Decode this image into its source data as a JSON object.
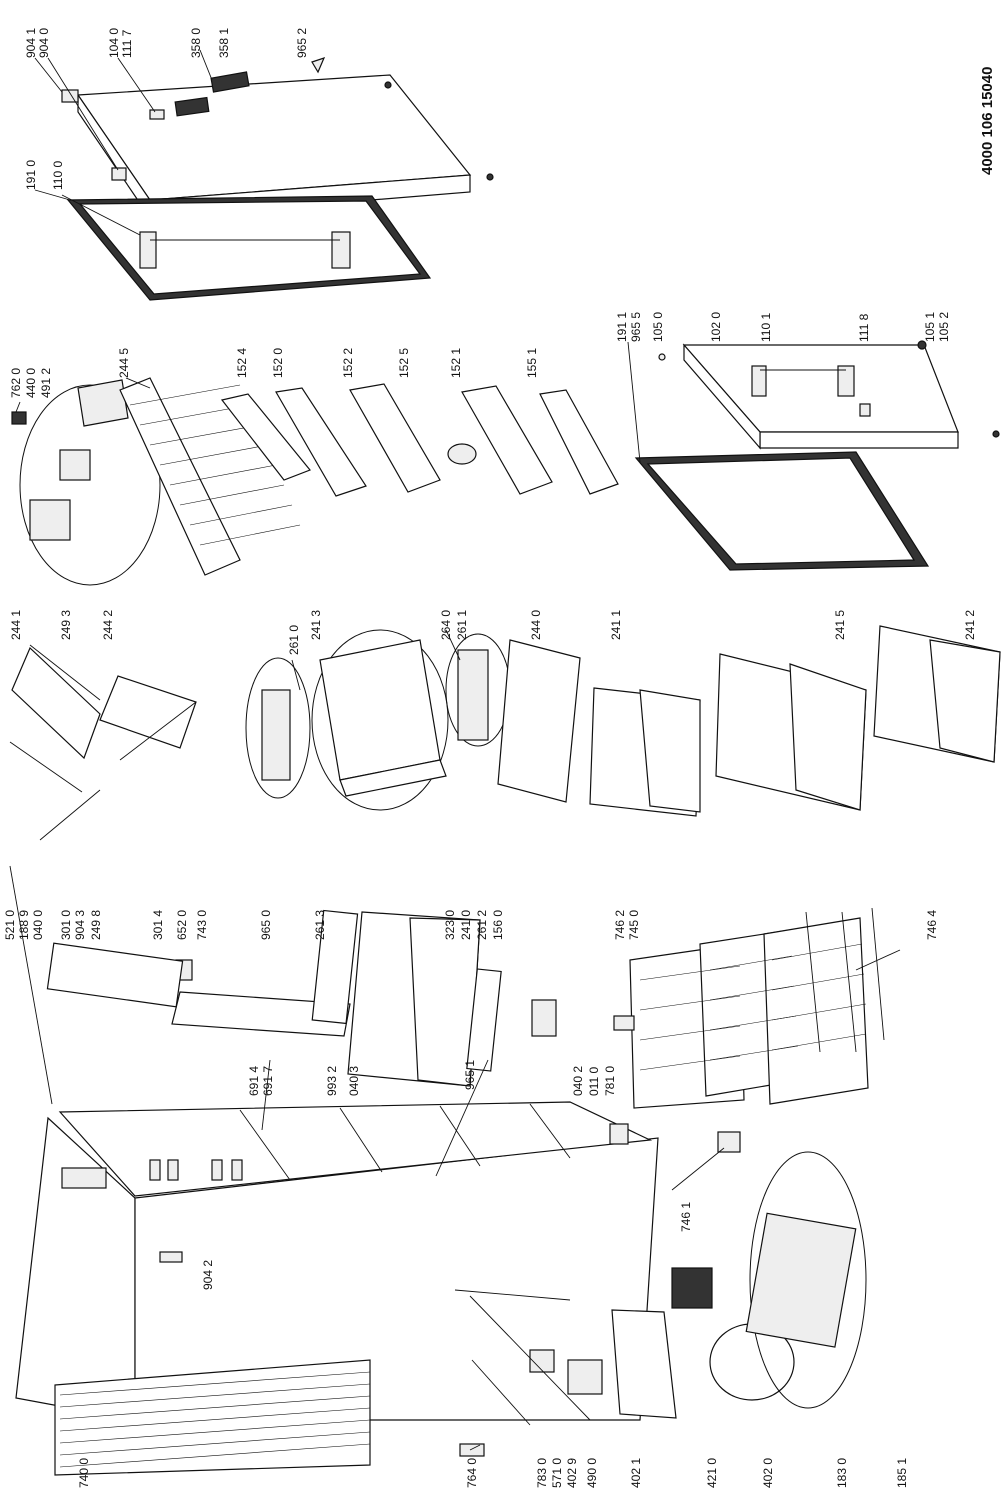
{
  "document_number": "4000 106 15040",
  "labels": [
    "904 1",
    "904 0",
    "104 0",
    "111 7",
    "358 0",
    "358 1",
    "965 2",
    "191 0",
    "110 0",
    "762 0",
    "440 0",
    "491 2",
    "244 5",
    "152 4",
    "152 0",
    "152 2",
    "152 5",
    "152 1",
    "155 1",
    "191 1",
    "965 5",
    "105 0",
    "102 0",
    "110 1",
    "111 8",
    "105 1",
    "105 2",
    "244 1",
    "249 3",
    "244 2",
    "261 0",
    "241 3",
    "264 0",
    "261 1",
    "244 0",
    "241 1",
    "241 5",
    "241 2",
    "521 0",
    "188 9",
    "040 0",
    "301 0",
    "904 3",
    "249 8",
    "301 4",
    "652 0",
    "743 0",
    "965 0",
    "261 3",
    "323 0",
    "241 0",
    "261 2",
    "156 0",
    "691 4",
    "691 7",
    "993 2",
    "040 3",
    "965 1",
    "040 2",
    "011 0",
    "781 0",
    "746 2",
    "745 0",
    "746 4",
    "746 1",
    "904 2",
    "740 0",
    "764 0",
    "783 0",
    "571 0",
    "402 9",
    "490 0",
    "402 1",
    "421 0",
    "402 0",
    "183 0",
    "185 1"
  ]
}
